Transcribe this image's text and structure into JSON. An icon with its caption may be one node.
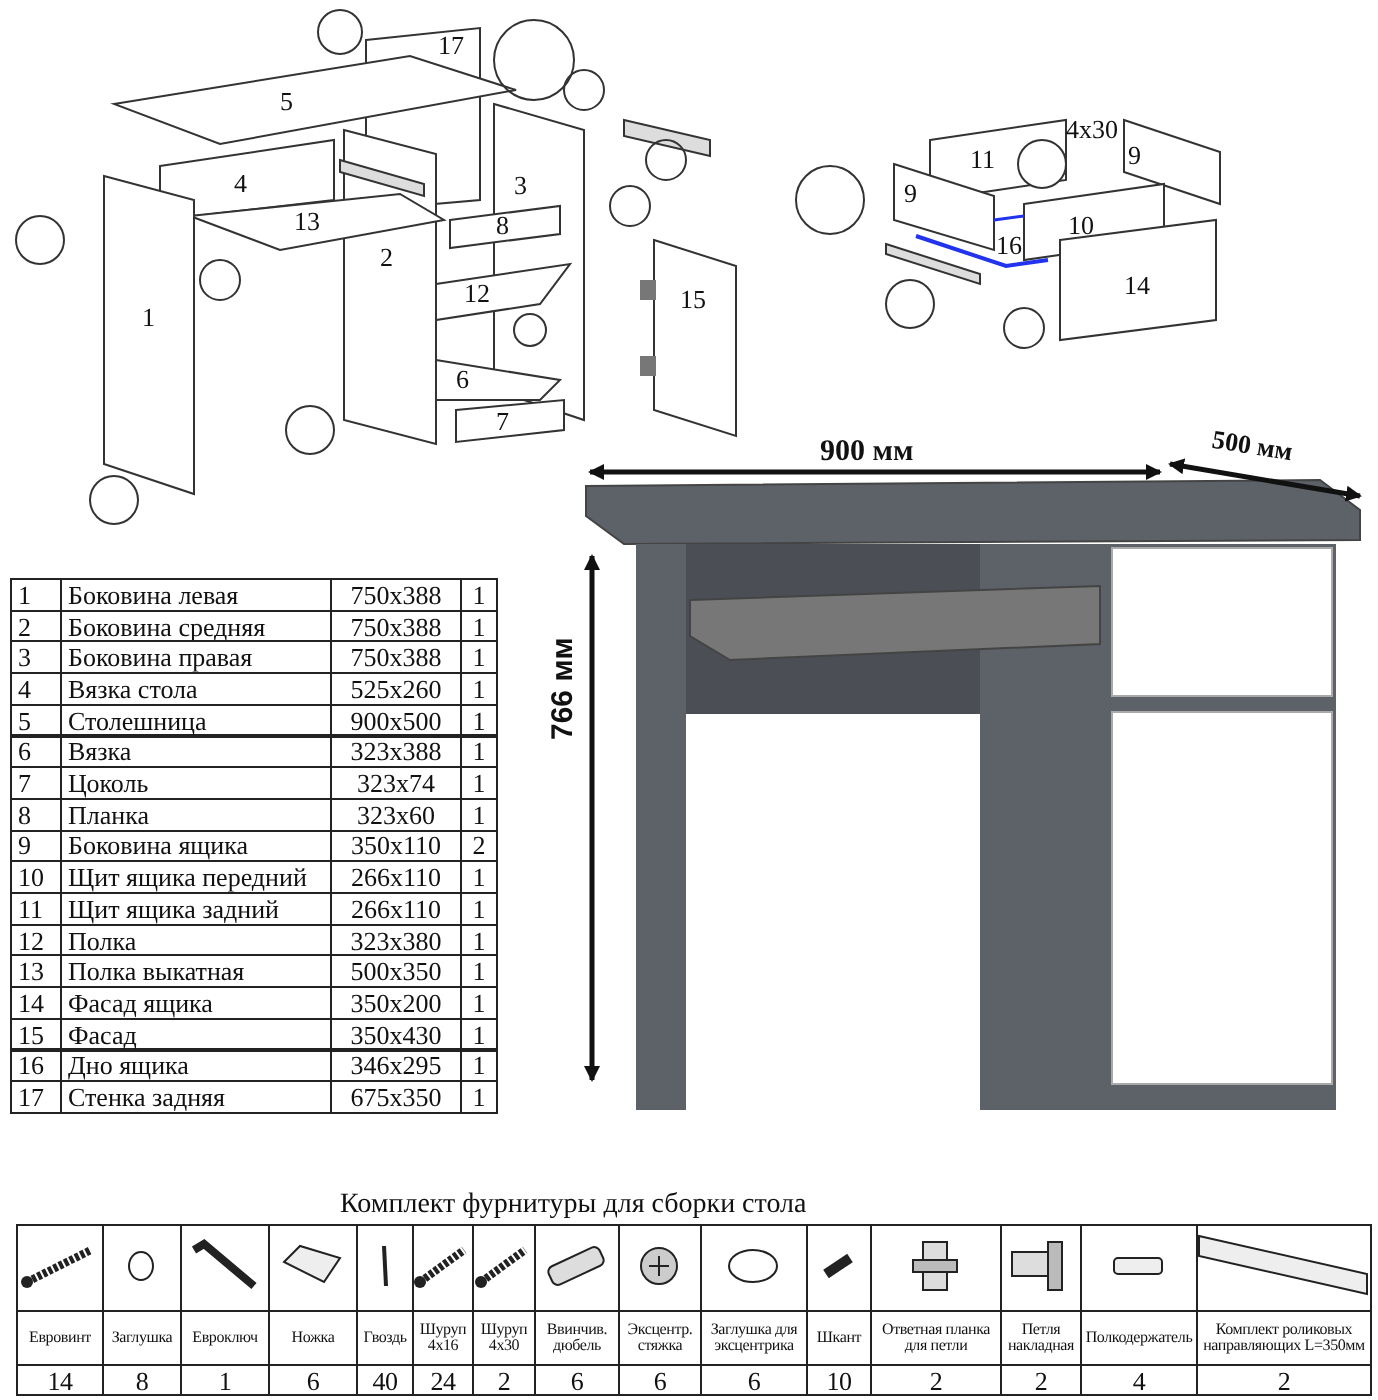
{
  "diagram": {
    "labels": [
      "17",
      "5",
      "4",
      "13",
      "3",
      "8",
      "2",
      "12",
      "1",
      "15",
      "6",
      "7",
      "11",
      "4x30",
      "9",
      "9",
      "10",
      "16",
      "14",
      "900 мм",
      "500 мм",
      "766 мм",
      "1",
      "Боковина левая",
      "750x388",
      "1",
      "2",
      "Боковина средняя",
      "750x388",
      "1",
      "3",
      "Боковина правая",
      "750x388",
      "1",
      "4",
      "Вязка стола",
      "525x260",
      "1",
      "5",
      "Столешница",
      "900x500",
      "1",
      "6",
      "Вязка",
      "323x388",
      "1",
      "7",
      "Цоколь",
      "323x74",
      "1",
      "8",
      "Планка",
      "323x60",
      "1",
      "9",
      "Боковина ящика",
      "350x110",
      "2",
      "10",
      "Щит ящика передний",
      "266x110",
      "1",
      "11",
      "Щит ящика задний",
      "266x110",
      "1",
      "12",
      "Полка",
      "323x380",
      "1",
      "13",
      "Полка выкатная",
      "500x350",
      "1",
      "14",
      "Фасад ящика",
      "350x200",
      "1",
      "15",
      "Фасад",
      "350x430",
      "1",
      "16",
      "Дно ящика",
      "346x295",
      "1",
      "17",
      "Стенка задняя",
      "675x350",
      "1",
      "Комплект фурнитуры для сборки стола",
      "Евровинт",
      "Заглушка",
      "Евроключ",
      "Ножка",
      "Гвоздь",
      "Шуруп 4x16",
      "Шуруп 4x30",
      "Ввинчив. дюбель",
      "Эксцентр. стяжка",
      "Заглушка для эксцентрика",
      "Шкант",
      "Ответная планка для петли",
      "Петля накладная",
      "Полкодержатель",
      "Комплект роликовых направляющих L=350мм",
      "14",
      "8",
      "1",
      "6",
      "40",
      "24",
      "2",
      "6",
      "6",
      "6",
      "10",
      "2",
      "2",
      "4",
      "2"
    ]
  }
}
